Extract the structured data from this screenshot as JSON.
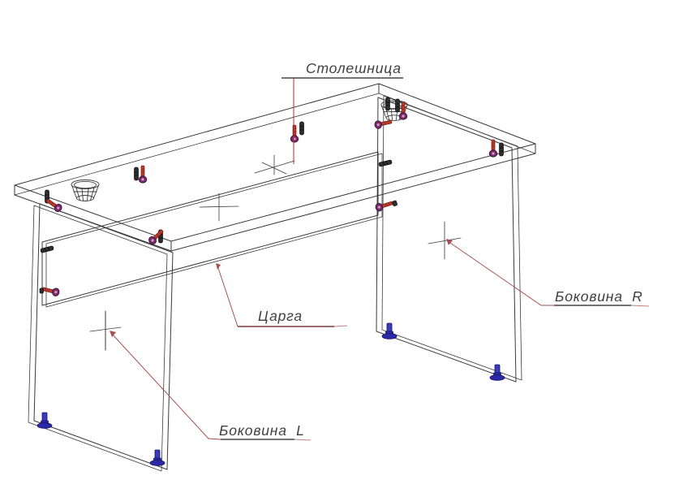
{
  "drawing": {
    "annotations": {
      "tabletop": {
        "label": "Столешница"
      },
      "apron": {
        "label": "Царга"
      },
      "side_panel_left": {
        "label": "Боковина  L"
      },
      "side_panel_right": {
        "label": "Боковина  R"
      }
    },
    "colors": {
      "background": "#ffffff",
      "line": "#3a3a3a",
      "leader_red": "#b03030",
      "leader_soft": "#a85050",
      "underline_dark": "#474747",
      "underline_maroon": "#7a3d3d",
      "screw_shaft": "#c0392b",
      "screw_head": "#7a2a6a",
      "dowel": "#2e2e2e",
      "foot": "#2a2aa8"
    }
  }
}
